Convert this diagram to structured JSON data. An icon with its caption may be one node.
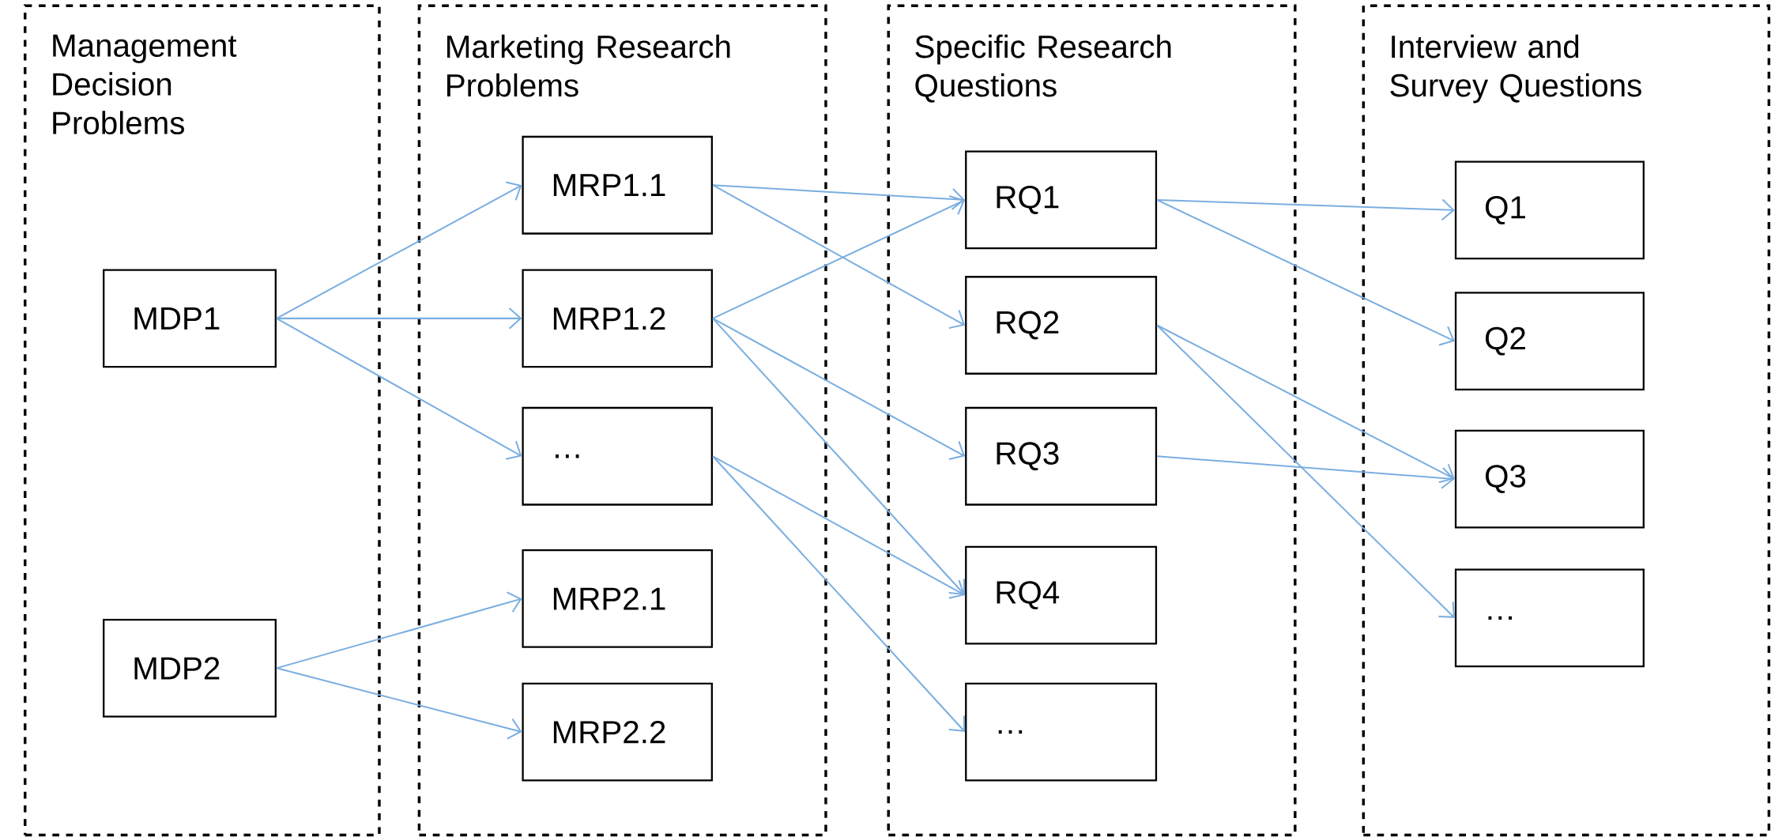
{
  "diagram": {
    "nodes": [
      {
        "text": [
          "Management Decision Problems"
        ]
      },
      {
        "text": [
          "MDP1"
        ],
        "in": 0
      },
      {
        "text": [
          "MDP2"
        ],
        "in": 0
      },
      {
        "text": [
          "Marketing Research Problems"
        ]
      },
      {
        "text": [
          "MRP1.1"
        ],
        "in": 3
      },
      {
        "text": [
          "MRP1.2"
        ],
        "in": 3
      },
      {
        "text": [
          "…"
        ],
        "in": 3
      },
      {
        "text": [
          "MRP2.1"
        ],
        "in": 3
      },
      {
        "text": [
          "MRP2.2"
        ],
        "in": 3
      },
      {
        "text": [
          "Specific Research Questions"
        ]
      },
      {
        "text": [
          "RQ1"
        ],
        "in": 9
      },
      {
        "text": [
          "RQ2"
        ],
        "in": 9
      },
      {
        "text": [
          "RQ3"
        ],
        "in": 9
      },
      {
        "text": [
          "RQ4"
        ],
        "in": 9
      },
      {
        "text": [
          "…"
        ],
        "in": 9
      },
      {
        "text": [
          "Interview and Survey Questions"
        ]
      },
      {
        "text": [
          "Q1"
        ],
        "in": 15
      },
      {
        "text": [
          "Q2"
        ],
        "in": 15
      },
      {
        "text": [
          "Q3"
        ],
        "in": 15
      },
      {
        "text": [
          "…"
        ],
        "in": 15
      }
    ],
    "edges": [
      {
        "from": 1,
        "to": 4,
        "arrow": "to"
      },
      {
        "from": 1,
        "to": 5,
        "arrow": "to"
      },
      {
        "from": 1,
        "to": 6,
        "arrow": "to"
      },
      {
        "from": 2,
        "to": 7,
        "arrow": "to"
      },
      {
        "from": 2,
        "to": 8,
        "arrow": "to"
      },
      {
        "from": 4,
        "to": 10,
        "arrow": "to"
      },
      {
        "from": 4,
        "to": 11,
        "arrow": "to"
      },
      {
        "from": 5,
        "to": 10,
        "arrow": "to"
      },
      {
        "from": 5,
        "to": 12,
        "arrow": "to"
      },
      {
        "from": 5,
        "to": 13,
        "arrow": "to"
      },
      {
        "from": 6,
        "to": 13,
        "arrow": "to"
      },
      {
        "from": 6,
        "to": 14,
        "arrow": "to"
      },
      {
        "from": 10,
        "to": 16,
        "arrow": "to"
      },
      {
        "from": 10,
        "to": 17,
        "arrow": "to"
      },
      {
        "from": 11,
        "to": 18,
        "arrow": "to"
      },
      {
        "from": 11,
        "to": 19,
        "arrow": "to"
      },
      {
        "from": 12,
        "to": 18,
        "arrow": "to"
      }
    ]
  }
}
